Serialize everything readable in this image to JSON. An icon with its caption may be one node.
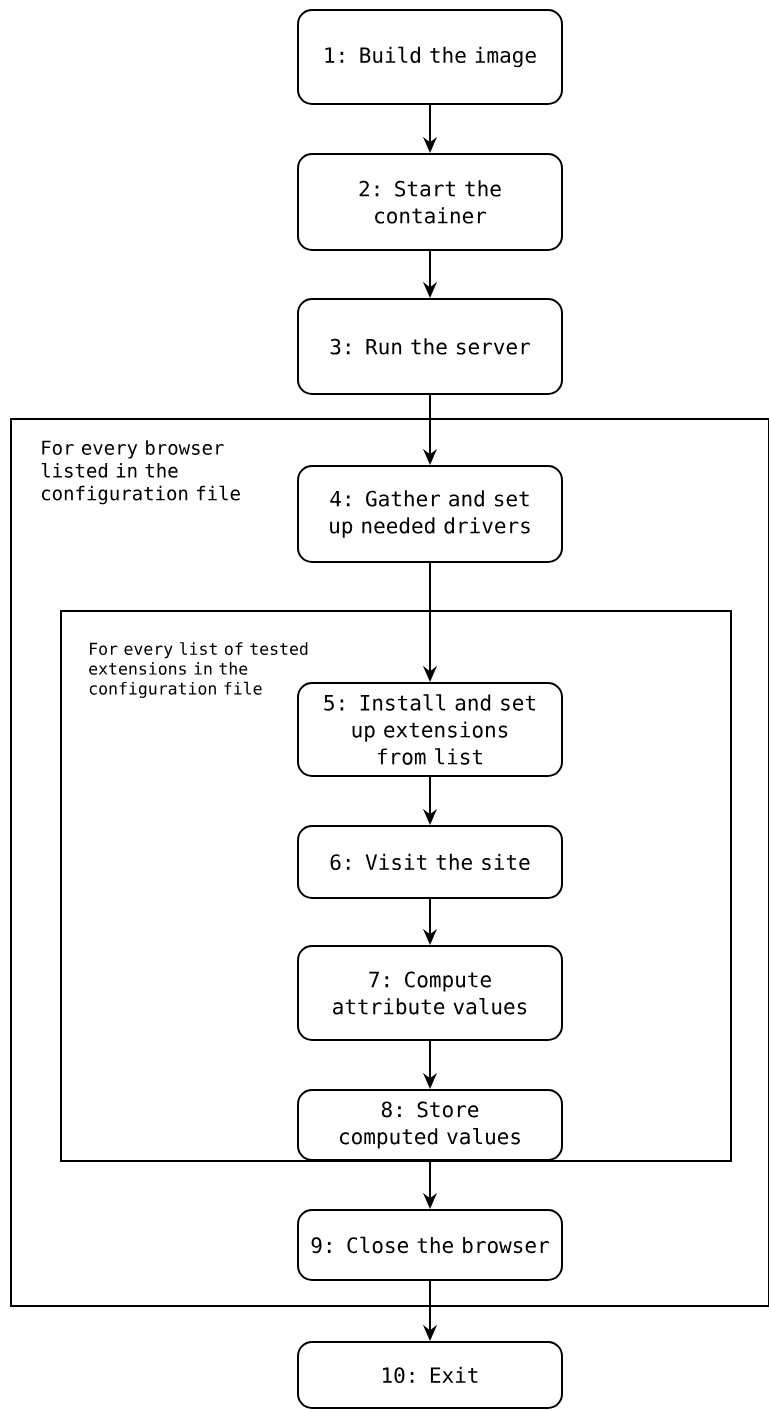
{
  "diagram": {
    "nodes": [
      {
        "text": [
          "1: Build the image"
        ]
      },
      {
        "text": [
          "2: Start the container"
        ]
      },
      {
        "text": [
          "3: Run the server"
        ]
      },
      {
        "text": [
          "For every browser listed in the configuration file"
        ]
      },
      {
        "text": [
          "4: Gather and set up needed drivers"
        ],
        "in": 3
      },
      {
        "text": [
          "For every list of tested extensions in the configuration file"
        ],
        "in": 3
      },
      {
        "text": [
          "5: Install and set up extensions from list"
        ],
        "in": 5
      },
      {
        "text": [
          "6: Visit the site"
        ],
        "in": 5
      },
      {
        "text": [
          "7: Compute attribute values"
        ],
        "in": 5
      },
      {
        "text": [
          "8: Store computed values"
        ],
        "in": 5
      },
      {
        "text": [
          "9: Close the browser"
        ],
        "in": 3
      },
      {
        "text": [
          "10: Exit"
        ]
      }
    ],
    "edges": [
      {
        "from": 0,
        "to": 1,
        "arrow": "to"
      },
      {
        "from": 1,
        "to": 2,
        "arrow": "to"
      },
      {
        "from": 2,
        "to": 4,
        "arrow": "to"
      },
      {
        "from": 4,
        "to": 6,
        "arrow": "to"
      },
      {
        "from": 6,
        "to": 7,
        "arrow": "to"
      },
      {
        "from": 7,
        "to": 8,
        "arrow": "to"
      },
      {
        "from": 8,
        "to": 9,
        "arrow": "to"
      },
      {
        "from": 9,
        "to": 10,
        "arrow": "to"
      },
      {
        "from": 10,
        "to": 11,
        "arrow": "to"
      }
    ]
  }
}
